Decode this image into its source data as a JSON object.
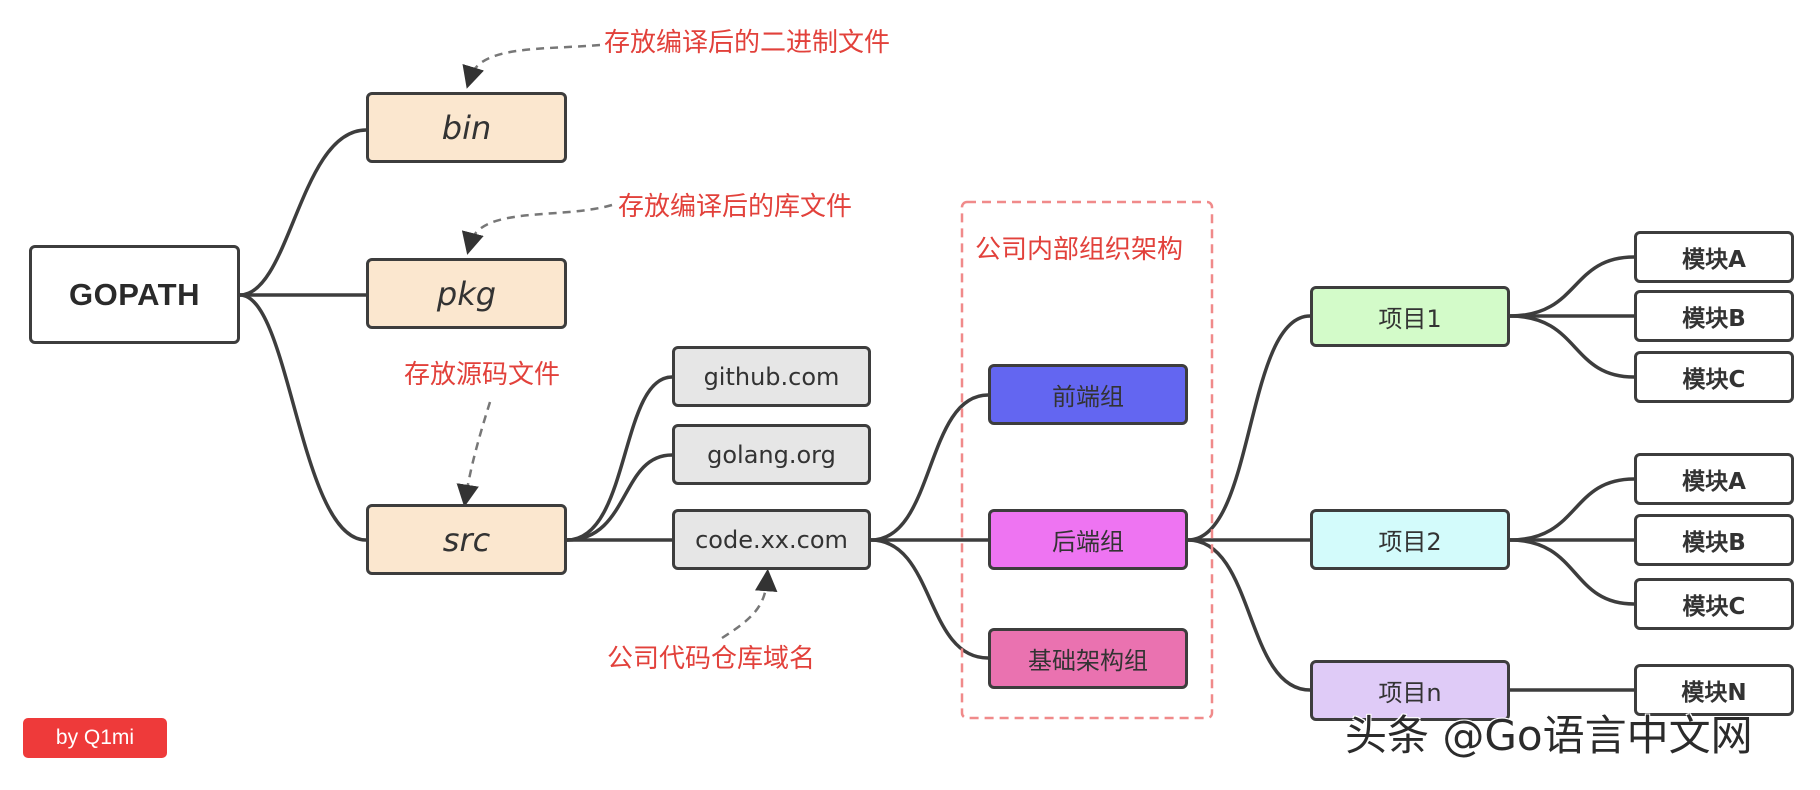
{
  "nodes": {
    "gopath": "GOPATH",
    "bin": "bin",
    "pkg": "pkg",
    "src": "src",
    "github": "github.com",
    "golang": "golang.org",
    "code": "code.xx.com",
    "frontend": "前端组",
    "backend": "后端组",
    "infra": "基础架构组",
    "p1": "项目1",
    "p2": "项目2",
    "pn": "项目n",
    "m1a": "模块A",
    "m1b": "模块B",
    "m1c": "模块C",
    "m2a": "模块A",
    "m2b": "模块B",
    "m2c": "模块C",
    "mnn": "模块N"
  },
  "annotations": {
    "bin": "存放编译后的二进制文件",
    "pkg": "存放编译后的库文件",
    "src": "存放源码文件",
    "org": "公司内部组织架构",
    "code": "公司代码仓库域名"
  },
  "badge": "by Q1mi",
  "watermark": "头条 @Go语言中文网",
  "colors": {
    "bin_pkg_src": "#fbe7cf",
    "domain": "#e6e6e6",
    "frontend": "#6366f1",
    "backend": "#ee74f2",
    "infra": "#ea72b0",
    "p1": "#d3fbc9",
    "p2": "#d3fbfb",
    "pn": "#dfcbf7",
    "annotation": "#e2413b"
  }
}
